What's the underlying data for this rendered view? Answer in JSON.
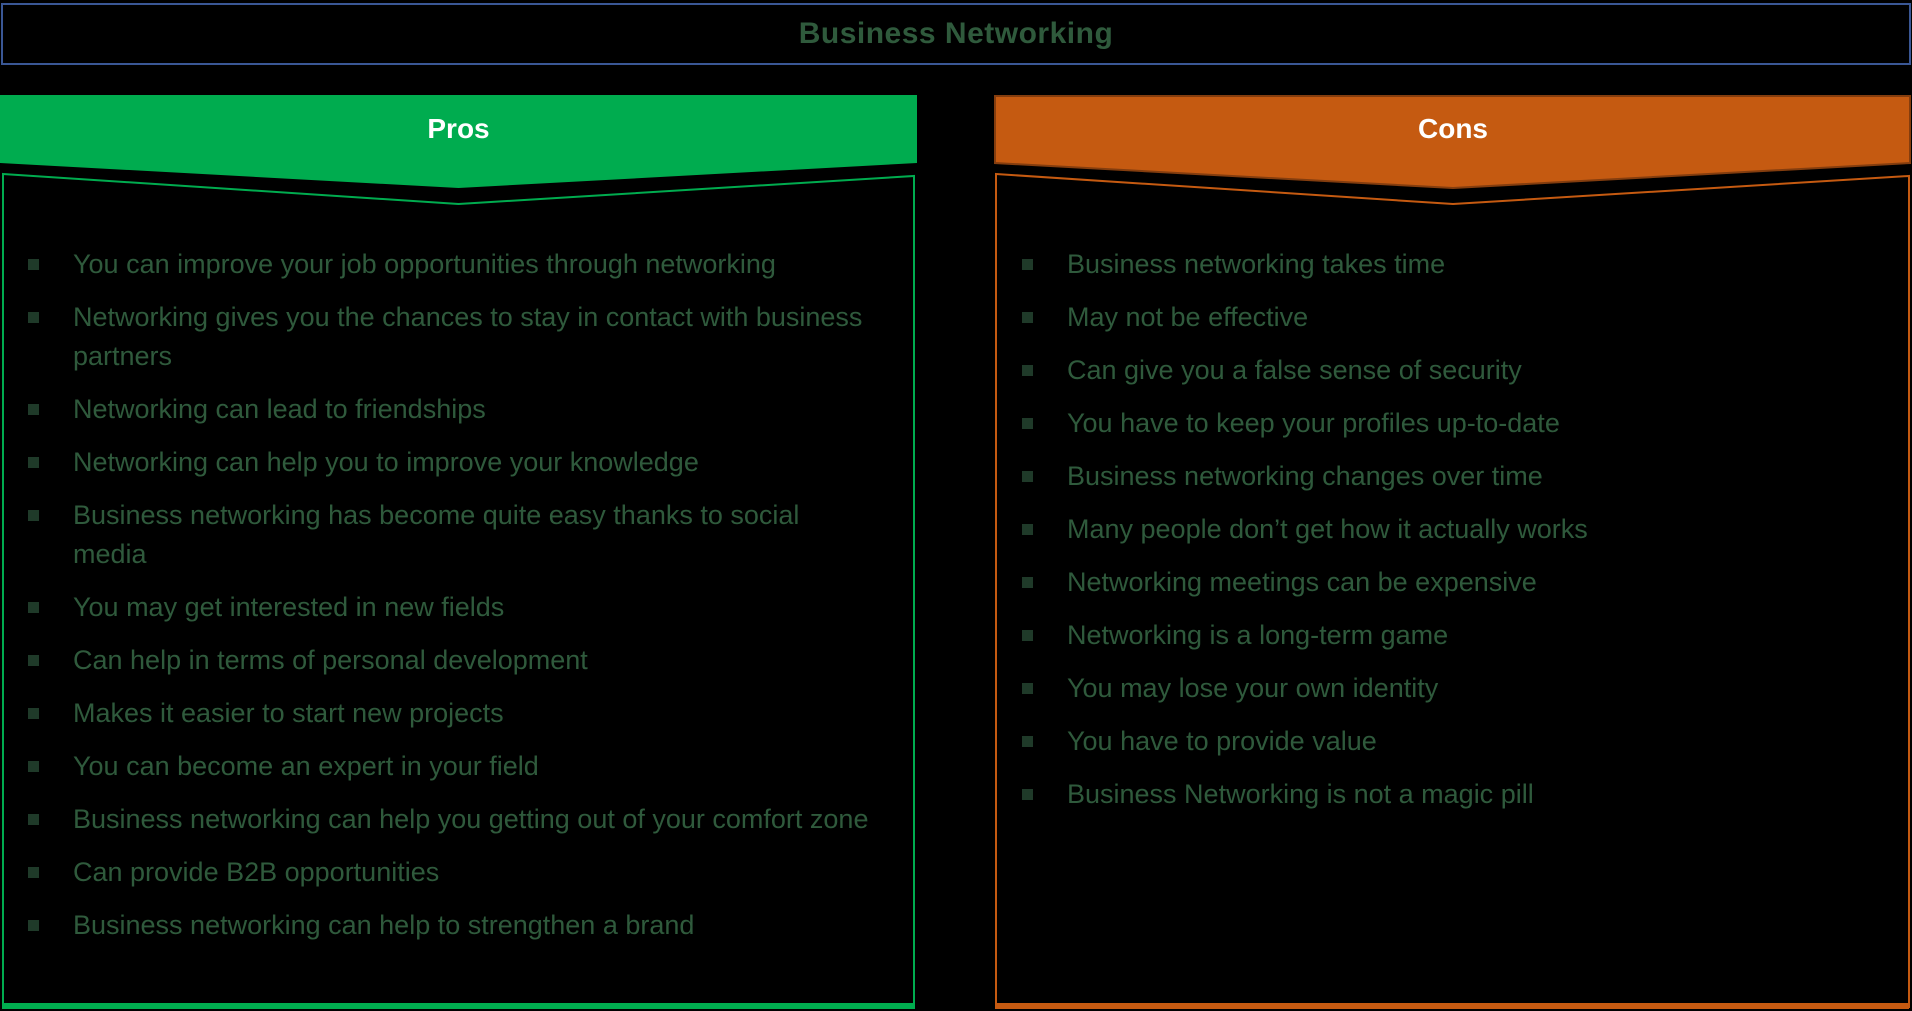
{
  "title": "Business Networking",
  "pros": {
    "header": "Pros",
    "items": [
      "You can improve your job opportunities through networking",
      "Networking gives you the chances to stay in contact with business partners",
      "Networking can lead to friendships",
      "Networking can help you to improve your knowledge",
      "Business networking has become quite easy thanks to social media",
      "You may get interested in new fields",
      "Can help in terms of personal development",
      "Makes it easier to start new projects",
      "You can become an expert in your field",
      "Business networking can help you getting out of your comfort zone",
      "Can provide B2B opportunities",
      "Business networking can help to strengthen a brand"
    ]
  },
  "cons": {
    "header": "Cons",
    "items": [
      "Business networking takes time",
      "May not be effective",
      "Can give you a false sense of security",
      "You have to keep your profiles up-to-date",
      "Business networking changes over time",
      "Many people don’t get how it actually works",
      "Networking meetings can be expensive",
      "Networking is a long-term game",
      "You may lose your own identity",
      "You have to provide value",
      "Business Networking is not a magic pill"
    ]
  },
  "icons": {
    "bullet": "square-bullet"
  },
  "colors": {
    "background": "#000000",
    "title_border": "#3A5795",
    "text_green": "#2F5A3C",
    "bullet": "#1F3A29",
    "header_text": "#FFFFFF",
    "pros_accent": "#00AC4F",
    "cons_accent": "#C55A11",
    "cons_accent_dark": "#843D0E"
  }
}
